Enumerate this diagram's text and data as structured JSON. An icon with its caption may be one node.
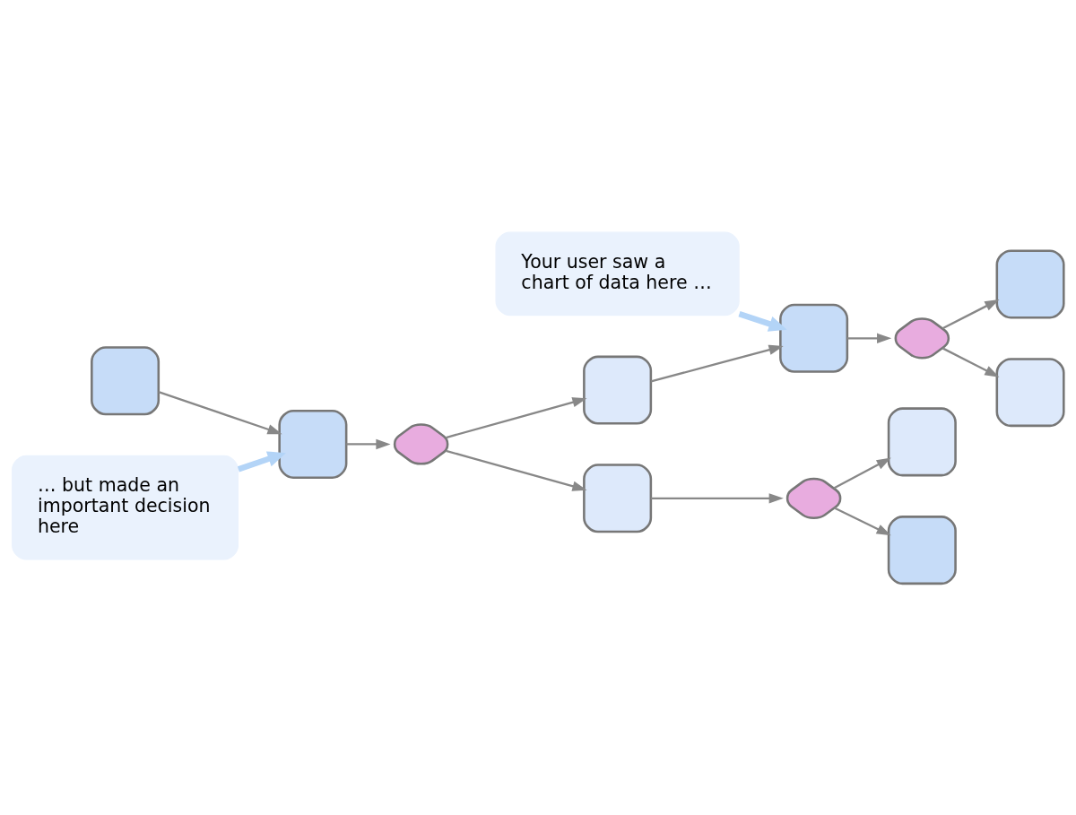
{
  "diagram": {
    "nodes": [
      {
        "text": [
          "Your user saw a chart of data here …"
        ]
      },
      {
        "text": [],
        "shape": "box"
      },
      {
        "text": [],
        "shape": "box"
      },
      {
        "text": [],
        "shape": "diamond"
      },
      {
        "text": [],
        "shape": "box"
      },
      {
        "text": [],
        "shape": "box"
      },
      {
        "text": [],
        "shape": "diamond"
      },
      {
        "text": [],
        "shape": "box"
      },
      {
        "text": [],
        "shape": "box"
      },
      {
        "text": [],
        "shape": "box"
      },
      {
        "text": [],
        "shape": "diamond"
      },
      {
        "text": [],
        "shape": "box"
      },
      {
        "text": [],
        "shape": "box"
      },
      {
        "text": [
          "… but made an important decision here"
        ]
      }
    ],
    "edges": [
      {
        "from": 1,
        "to": 2,
        "arrow": "to"
      },
      {
        "from": 2,
        "to": 3,
        "arrow": "to"
      },
      {
        "from": 3,
        "to": 4,
        "arrow": "to"
      },
      {
        "from": 3,
        "to": 9,
        "arrow": "to"
      },
      {
        "from": 4,
        "to": 5,
        "arrow": "to"
      },
      {
        "from": 5,
        "to": 6,
        "arrow": "to"
      },
      {
        "from": 6,
        "to": 7,
        "arrow": "to"
      },
      {
        "from": 6,
        "to": 8,
        "arrow": "to"
      },
      {
        "from": 9,
        "to": 10,
        "arrow": "to"
      },
      {
        "from": 10,
        "to": 11,
        "arrow": "to"
      },
      {
        "from": 10,
        "to": 12,
        "arrow": "to"
      },
      {
        "from": 0,
        "to": 5,
        "arrow": "to",
        "style": "thick",
        "color": "#b3d4f7"
      },
      {
        "from": 13,
        "to": 2,
        "arrow": "to",
        "style": "thick",
        "color": "#b3d4f7"
      }
    ]
  }
}
